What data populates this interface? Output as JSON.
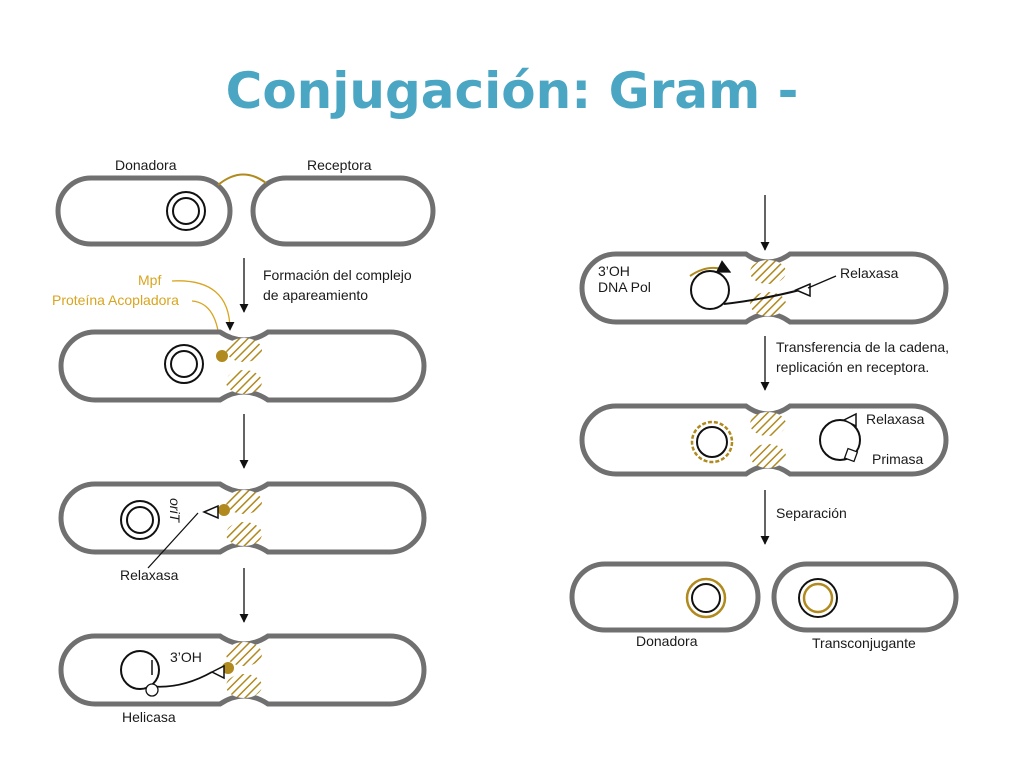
{
  "title": "Conjugación: Gram -",
  "colors": {
    "title": "#4aa6c2",
    "cell_border": "#707070",
    "gold": "#b08a1e",
    "label_gold": "#d9a520"
  },
  "labels": {
    "donor_top": "Donadora",
    "recipient_top": "Receptora",
    "step1_line1": "Formación del complejo",
    "step1_line2": "de apareamiento",
    "mpf": "Mpf",
    "coupling_protein": "Proteína Acopladora",
    "orit": "oriT",
    "relaxase_left": "Relaxasa",
    "oh_left": "3’OH",
    "helicase": "Helicasa",
    "oh_right": "3’OH",
    "dna_pol": "DNA Pol",
    "relaxase_right": "Relaxasa",
    "step_transfer_line1": "Transferencia de la cadena,",
    "step_transfer_line2": "replicación en receptora.",
    "relaxase_recipient": "Relaxasa",
    "primase": "Primasa",
    "separation": "Separación",
    "donor_bottom": "Donadora",
    "transconjugant": "Transconjugante"
  }
}
